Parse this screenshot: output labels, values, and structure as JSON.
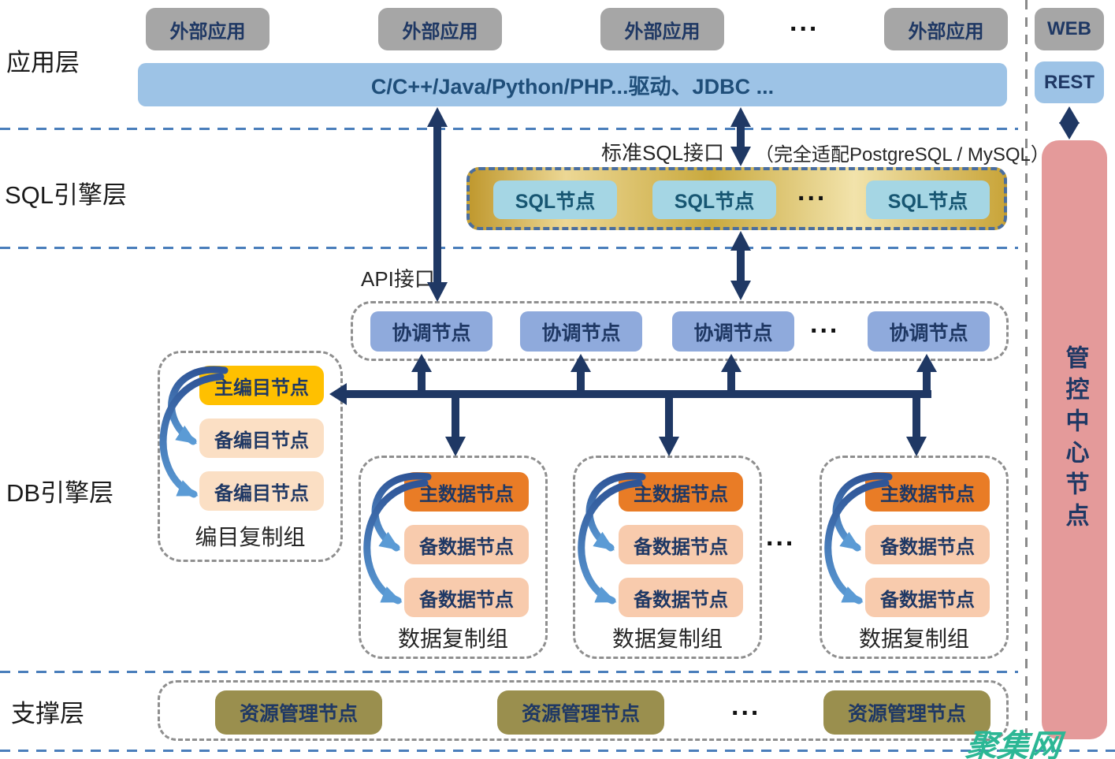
{
  "layers": {
    "app": "应用层",
    "sql": "SQL引擎层",
    "db": "DB引擎层",
    "support": "支撑层"
  },
  "app_layer": {
    "external_apps": [
      "外部应用",
      "外部应用",
      "外部应用",
      "外部应用"
    ],
    "ellipsis": "...",
    "driver_bar": "C/C++/Java/Python/PHP...驱动、JDBC ..."
  },
  "sql_layer": {
    "interface_label": "标准SQL接口",
    "compat_note": "（完全适配PostgreSQL / MySQL）",
    "nodes": [
      "SQL节点",
      "SQL节点",
      "SQL节点"
    ],
    "ellipsis": "..."
  },
  "db_layer": {
    "api_label": "API接口",
    "coordinators": [
      "协调节点",
      "协调节点",
      "协调节点",
      "协调节点"
    ],
    "coordinator_ellipsis": "...",
    "catalog_group": {
      "primary": "主编目节点",
      "standbys": [
        "备编目节点",
        "备编目节点"
      ],
      "label": "编目复制组"
    },
    "data_groups": [
      {
        "primary": "主数据节点",
        "standbys": [
          "备数据节点",
          "备数据节点"
        ],
        "label": "数据复制组"
      },
      {
        "primary": "主数据节点",
        "standbys": [
          "备数据节点",
          "备数据节点"
        ],
        "label": "数据复制组"
      },
      {
        "primary": "主数据节点",
        "standbys": [
          "备数据节点",
          "备数据节点"
        ],
        "label": "数据复制组"
      }
    ],
    "groups_ellipsis": "..."
  },
  "support_layer": {
    "nodes": [
      "资源管理节点",
      "资源管理节点",
      "资源管理节点"
    ],
    "ellipsis": "..."
  },
  "sidebar": {
    "web": "WEB",
    "rest": "REST",
    "control_center": "管控中心节点"
  },
  "watermark": "聚集网",
  "colors": {
    "arrow_navy": "#1f3864",
    "app_box_gray": "#a6a6a6",
    "driver_blue": "#9dc3e6",
    "sql_node_cyan": "#a5d6e4",
    "gold_dark": "#c0992f",
    "gold_light": "#f2e3ab",
    "coordinator_blue": "#8faadc",
    "primary_catalog_yellow": "#ffc000",
    "standby_peach": "#f8cbad",
    "primary_data_orange": "#e97c26",
    "resource_olive": "#9a8f4e",
    "control_pink": "#e49a9a",
    "separator_blue": "#4a7ebb",
    "watermark_teal": "#2cb795"
  }
}
